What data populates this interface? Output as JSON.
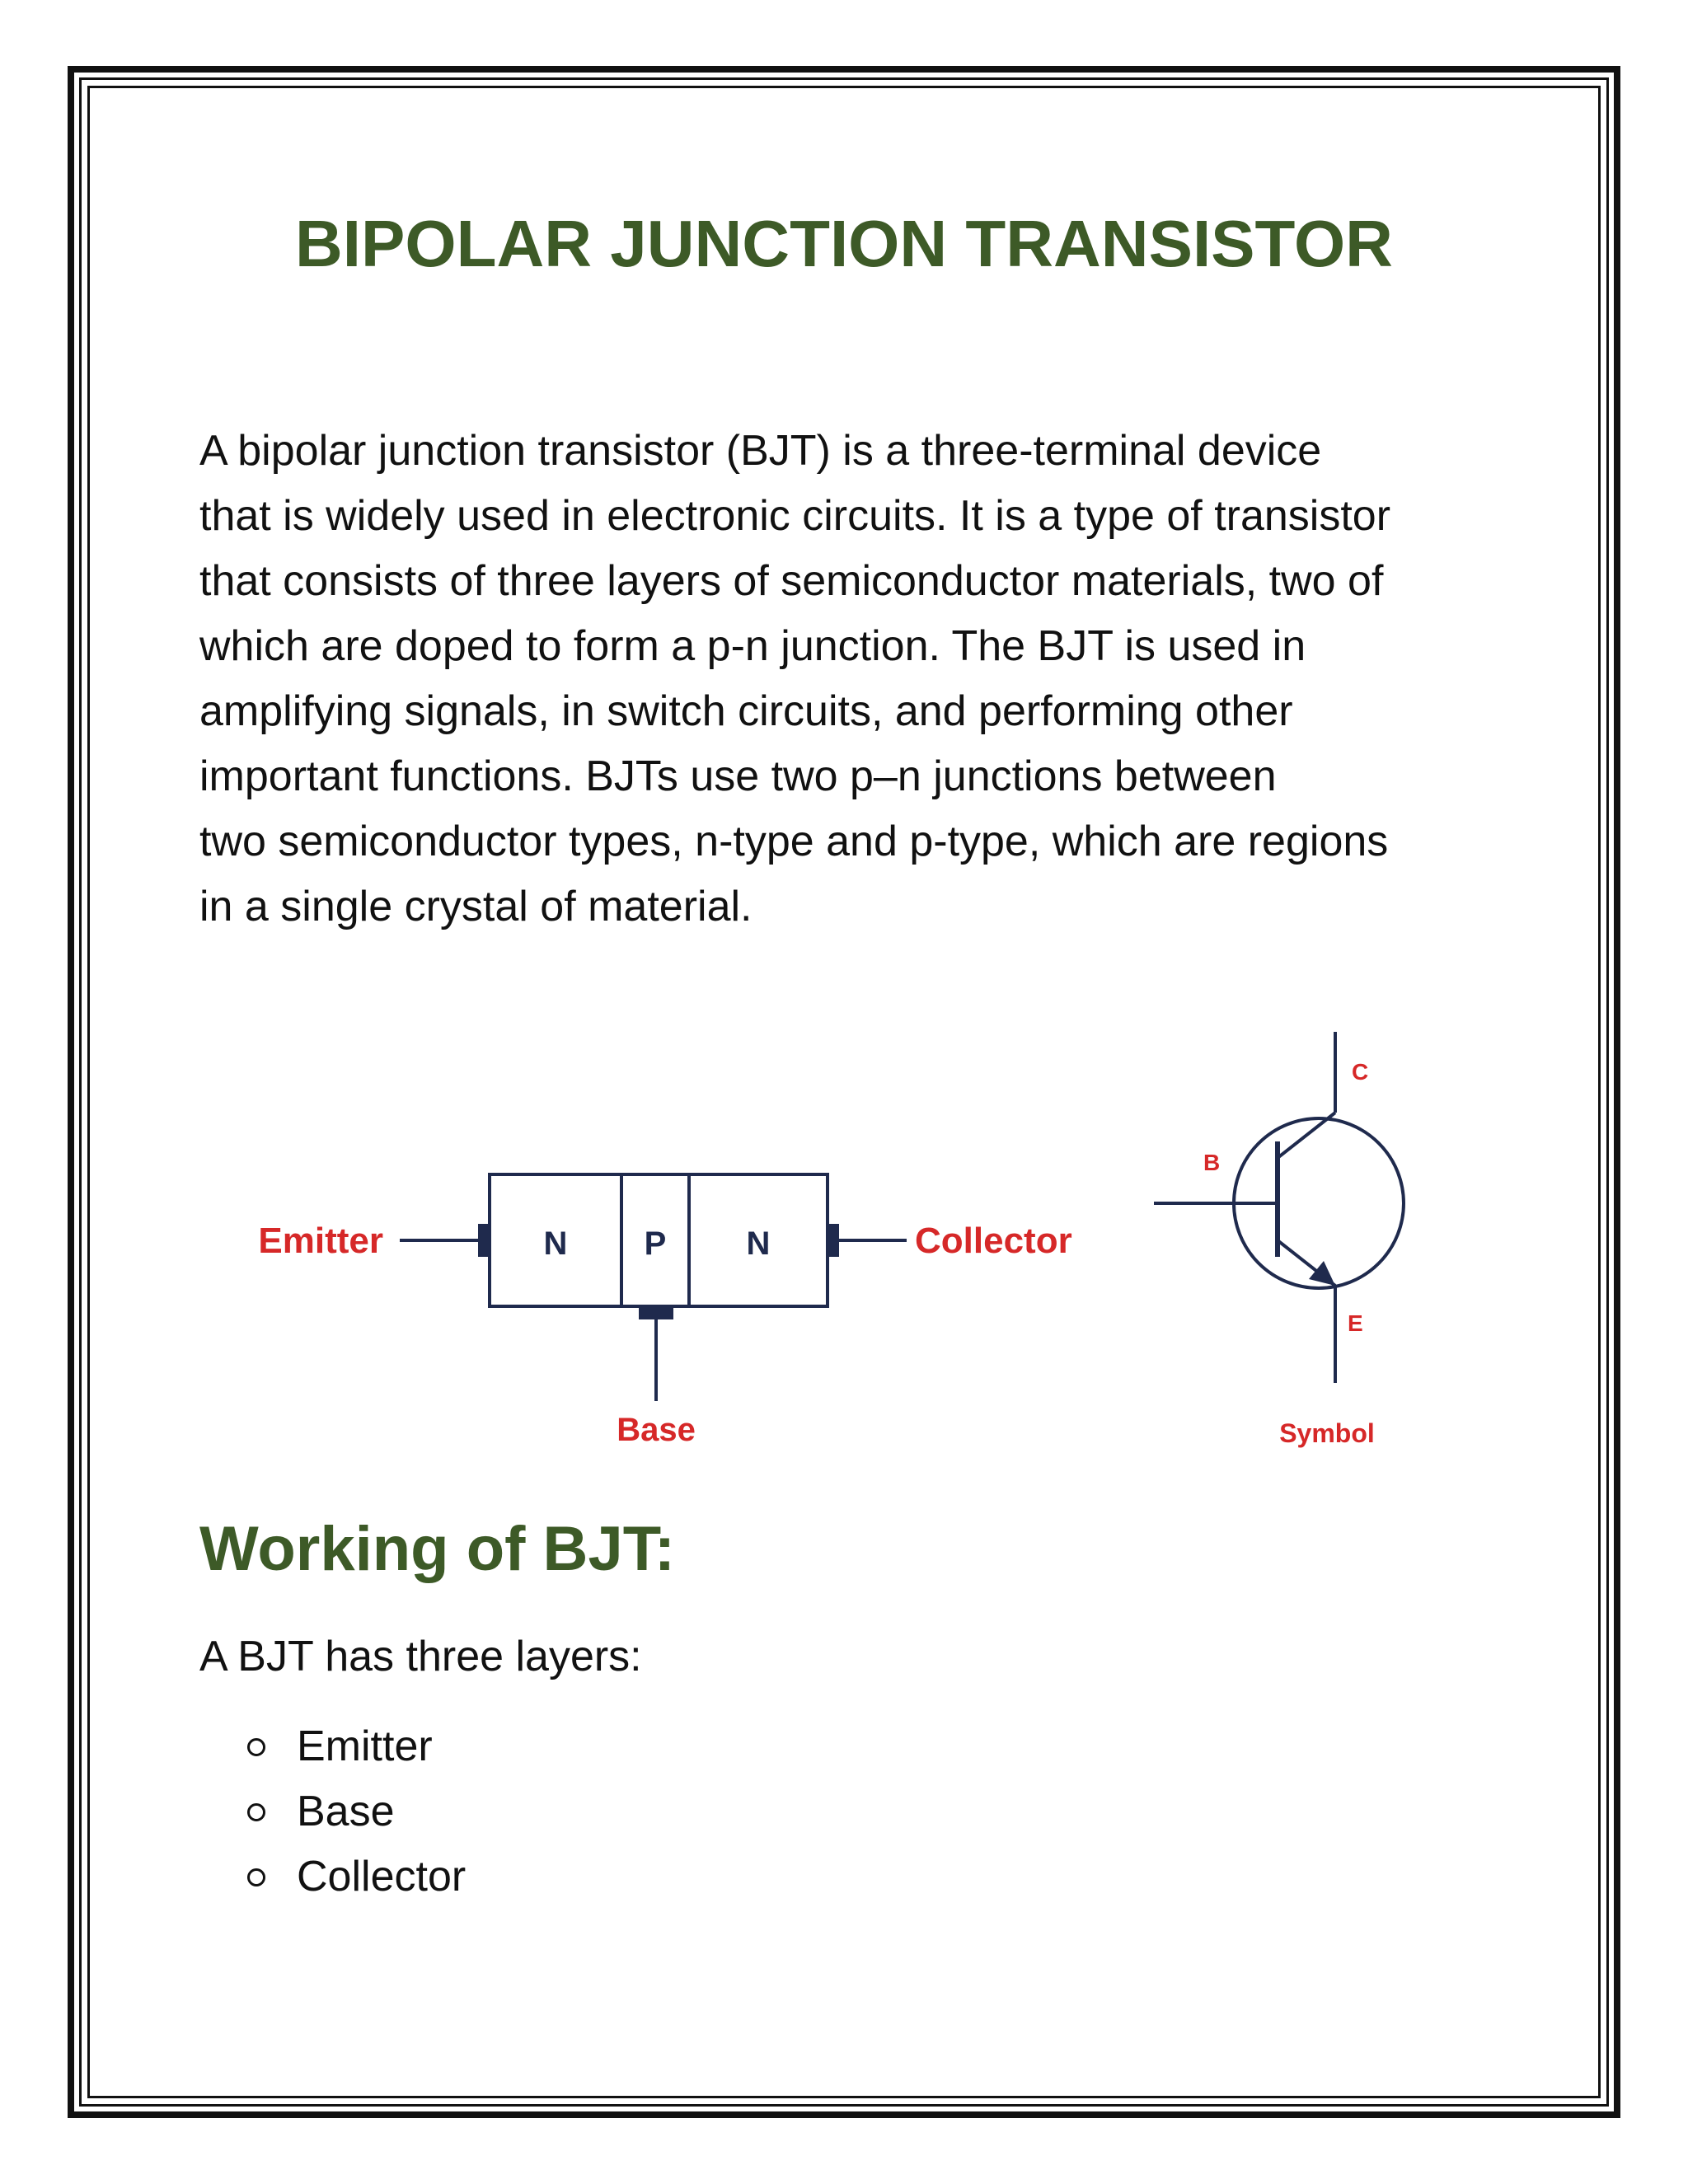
{
  "document": {
    "title": "BIPOLAR JUNCTION TRANSISTOR",
    "intro_lines": [
      "A bipolar junction transistor (BJT) is a three-terminal device",
      "that is widely used in electronic circuits. It is a type of transistor",
      "that consists of three layers of semiconductor materials, two of",
      "which are doped to form a p-n junction. The BJT is used in",
      "amplifying signals, in switch circuits, and performing other",
      "important functions. BJTs use two p–n junctions between",
      "two semiconductor types, n-type and p-type, which are regions",
      "in a single crystal of material."
    ],
    "section_heading": "Working of BJT:",
    "layers_intro": "A BJT has three layers:",
    "layers": [
      "Emitter",
      "Base",
      "Collector"
    ]
  },
  "diagram": {
    "block": {
      "regions": [
        "N",
        "P",
        "N"
      ],
      "emitter_label": "Emitter",
      "collector_label": "Collector",
      "base_label": "Base"
    },
    "symbol": {
      "collector_letter": "C",
      "base_letter": "B",
      "emitter_letter": "E",
      "caption": "Symbol"
    },
    "colors": {
      "label_red": "#d62828",
      "line_navy": "#1f2a4d",
      "heading_green": "#3d5a27"
    }
  }
}
